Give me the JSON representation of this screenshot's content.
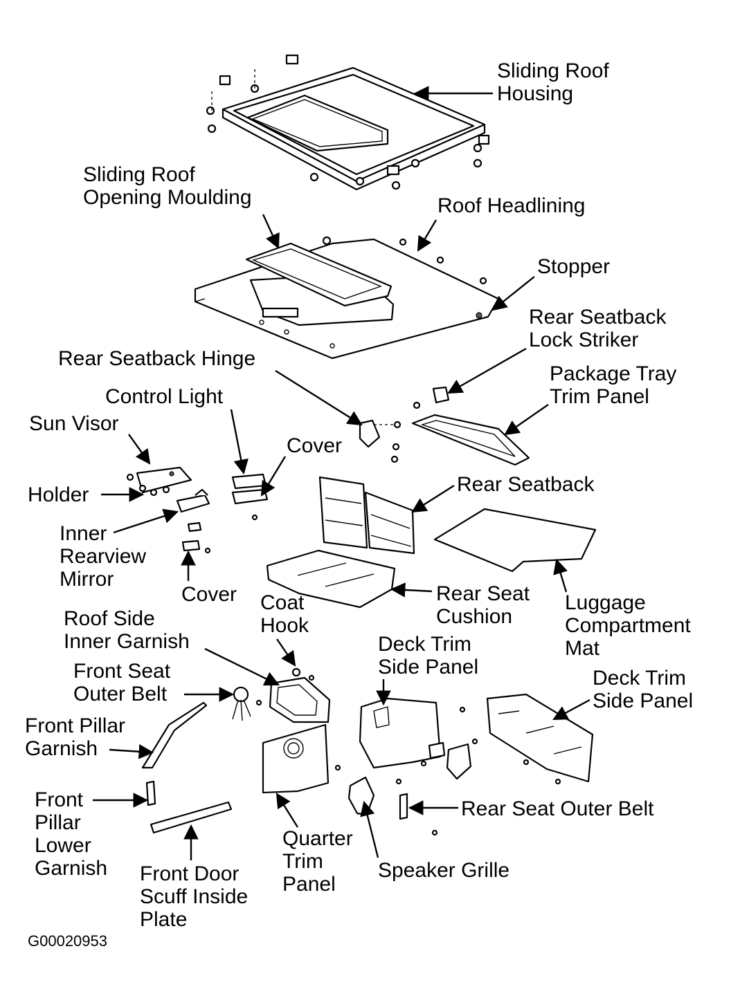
{
  "labels": {
    "sliding_roof_housing": [
      "Sliding Roof",
      "Housing"
    ],
    "sliding_roof_opening_moulding": [
      "Sliding Roof",
      "Opening Moulding"
    ],
    "roof_headlining": [
      "Roof Headlining"
    ],
    "stopper": [
      "Stopper"
    ],
    "rear_seatback_lock_striker": [
      "Rear Seatback",
      "Lock Striker"
    ],
    "rear_seatback_hinge": [
      "Rear Seatback Hinge"
    ],
    "package_tray_trim_panel": [
      "Package Tray",
      "Trim Panel"
    ],
    "control_light": [
      "Control Light"
    ],
    "sun_visor": [
      "Sun Visor"
    ],
    "cover_upper": [
      "Cover"
    ],
    "holder": [
      "Holder"
    ],
    "rear_seatback": [
      "Rear Seatback"
    ],
    "inner_rearview_mirror": [
      "Inner",
      "Rearview",
      "Mirror"
    ],
    "cover_lower": [
      "Cover"
    ],
    "rear_seat_cushion": [
      "Rear Seat",
      "Cushion"
    ],
    "luggage_compartment_mat": [
      "Luggage",
      "Compartment",
      "Mat"
    ],
    "coat_hook": [
      "Coat",
      "Hook"
    ],
    "roof_side_inner_garnish": [
      "Roof Side",
      "Inner Garnish"
    ],
    "deck_trim_side_panel_left": [
      "Deck Trim",
      "Side Panel"
    ],
    "deck_trim_side_panel_right": [
      "Deck Trim",
      "Side Panel"
    ],
    "front_seat_outer_belt": [
      "Front Seat",
      "Outer Belt"
    ],
    "front_pillar_garnish": [
      "Front Pillar",
      "Garnish"
    ],
    "front_pillar_lower_garnish": [
      "Front",
      "Pillar",
      "Lower",
      "Garnish"
    ],
    "rear_seat_outer_belt": [
      "Rear Seat Outer Belt"
    ],
    "quarter_trim_panel": [
      "Quarter",
      "Trim",
      "Panel"
    ],
    "speaker_grille": [
      "Speaker Grille"
    ],
    "front_door_scuff_inside_plate": [
      "Front Door",
      "Scuff Inside",
      "Plate"
    ]
  },
  "figure_code": "G00020953"
}
